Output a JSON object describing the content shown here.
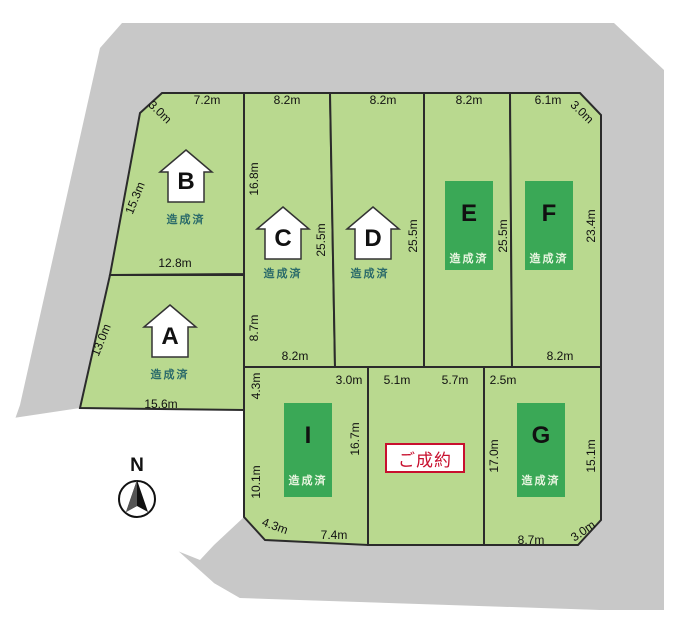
{
  "colors": {
    "road": "#c8c8c8",
    "lot_fill": "#b9d98f",
    "lot_border": "#2b2b2b",
    "marker_dark": "#3aa856",
    "stamp_red": "#c8102e"
  },
  "north": {
    "label": "N",
    "icon": "north-arrow-icon"
  },
  "stamp": {
    "label": "ご成約"
  },
  "lots": {
    "A": {
      "letter": "A",
      "status": "造成済",
      "marker": "house-icon",
      "dims": {
        "left": "13.0m",
        "bottom": "15.6m"
      }
    },
    "B": {
      "letter": "B",
      "status": "造成済",
      "marker": "house-icon",
      "dims": {
        "corner": "3.0m",
        "top": "7.2m",
        "left": "15.3m",
        "bottom": "12.8m"
      }
    },
    "C": {
      "letter": "C",
      "status": "造成済",
      "marker": "house-icon",
      "dims": {
        "top": "8.2m",
        "left_upper": "16.8m",
        "right": "25.5m",
        "left_lower": "8.7m",
        "bottom": "8.2m"
      }
    },
    "D": {
      "letter": "D",
      "status": "造成済",
      "marker": "house-icon",
      "dims": {
        "top": "8.2m",
        "right": "25.5m"
      }
    },
    "E": {
      "letter": "E",
      "status": "造成済",
      "marker": "dark-block",
      "dims": {
        "top": "8.2m",
        "right": "25.5m"
      }
    },
    "F": {
      "letter": "F",
      "status": "造成済",
      "marker": "dark-block",
      "dims": {
        "top": "6.1m",
        "corner": "3.0m",
        "right": "23.4m",
        "bottom": "8.2m"
      }
    },
    "I": {
      "letter": "I",
      "status": "造成済",
      "marker": "dark-block",
      "dims": {
        "left_top": "4.3m",
        "top": "3.0m",
        "right": "16.7m",
        "left": "10.1m",
        "corner": "4.3m",
        "bottom": "7.4m"
      }
    },
    "H": {
      "status": "ご成約",
      "dims": {
        "top_left": "5.1m",
        "top_right": "5.7m"
      }
    },
    "G": {
      "letter": "G",
      "status": "造成済",
      "marker": "dark-block",
      "dims": {
        "top": "2.5m",
        "left": "17.0m",
        "right": "15.1m",
        "bottom": "8.7m",
        "corner": "3.0m"
      }
    }
  }
}
